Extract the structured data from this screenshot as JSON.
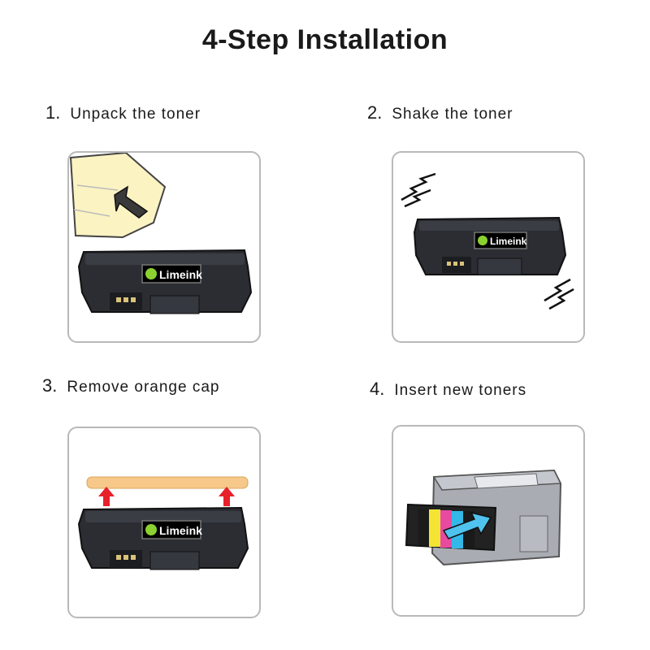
{
  "page": {
    "title": "4-Step Installation"
  },
  "brand": {
    "name": "Limeink"
  },
  "steps": [
    {
      "number": "1.",
      "label": "Unpack the toner"
    },
    {
      "number": "2.",
      "label": "Shake the toner"
    },
    {
      "number": "3.",
      "label": "Remove orange cap"
    },
    {
      "number": "4.",
      "label": "Insert new toners"
    }
  ],
  "colors": {
    "border": "#b9b9b9",
    "toner": "#2b2d33",
    "bag": "#fbf3c2",
    "cap": "#f6c98a",
    "arrow_red": "#e8202a",
    "arrow_blue": "#4fc3ee"
  }
}
